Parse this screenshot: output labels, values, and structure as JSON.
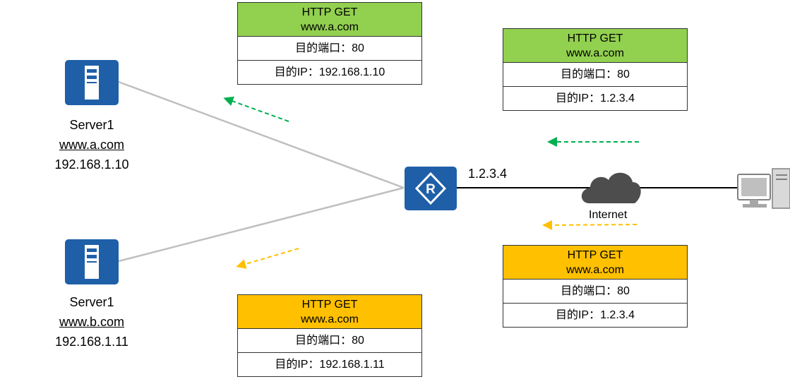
{
  "servers": [
    {
      "name": "Server1",
      "domain": "www.a.com",
      "ip": "192.168.1.10",
      "icon": "server-icon"
    },
    {
      "name": "Server1",
      "domain": "www.b.com",
      "ip": "192.168.1.11",
      "icon": "server-icon"
    }
  ],
  "router": {
    "icon": "router-icon",
    "public_ip": "1.2.3.4"
  },
  "internet": {
    "icon": "cloud-icon",
    "label": "Internet"
  },
  "client": {
    "icon": "pc-icon"
  },
  "packets": {
    "top_left": {
      "method": "HTTP GET",
      "host": "www.a.com",
      "port_row": "目的端口：80",
      "ip_row": "目的IP：192.168.1.10"
    },
    "top_right": {
      "method": "HTTP GET",
      "host": "www.a.com",
      "port_row": "目的端口：80",
      "ip_row": "目的IP：1.2.3.4"
    },
    "bottom_right": {
      "method": "HTTP GET",
      "host": "www.a.com",
      "port_row": "目的端口：80",
      "ip_row": "目的IP：1.2.3.4"
    },
    "bottom_left": {
      "method": "HTTP GET",
      "host": "www.a.com",
      "port_row": "目的端口：80",
      "ip_row": "目的IP：192.168.1.11"
    }
  },
  "colors": {
    "green": "#92d050",
    "orange": "#ffc000",
    "green_arrow": "#00b050",
    "orange_arrow": "#ffc000",
    "device_blue": "#1f5fa8",
    "cloud_gray": "#4d4d4d"
  }
}
